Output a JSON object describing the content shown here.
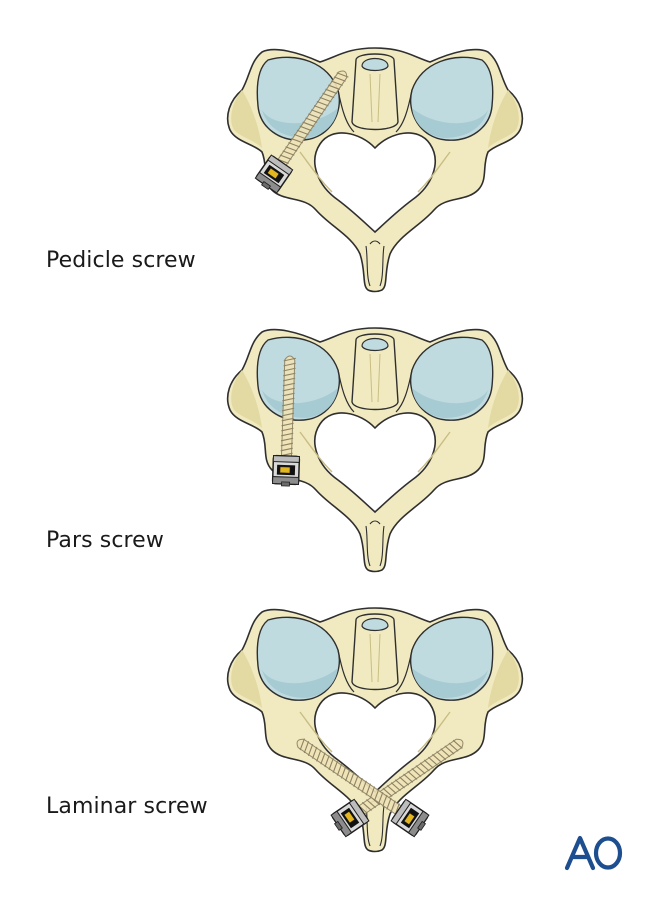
{
  "panels": [
    {
      "id": "pedicle",
      "label": "Pedicle screw"
    },
    {
      "id": "pars",
      "label": "Pars screw"
    },
    {
      "id": "laminar",
      "label": "Laminar screw"
    }
  ],
  "logo": {
    "text": "AO"
  },
  "colors": {
    "bone": "#f1eac0",
    "bone_shade": "#e3d9a2",
    "outline": "#2f2f2f",
    "facet": "#bfdbe0",
    "facet_shade": "#a7cbd2",
    "screw": "#efe3b8",
    "logo": "#1d4e8f"
  }
}
